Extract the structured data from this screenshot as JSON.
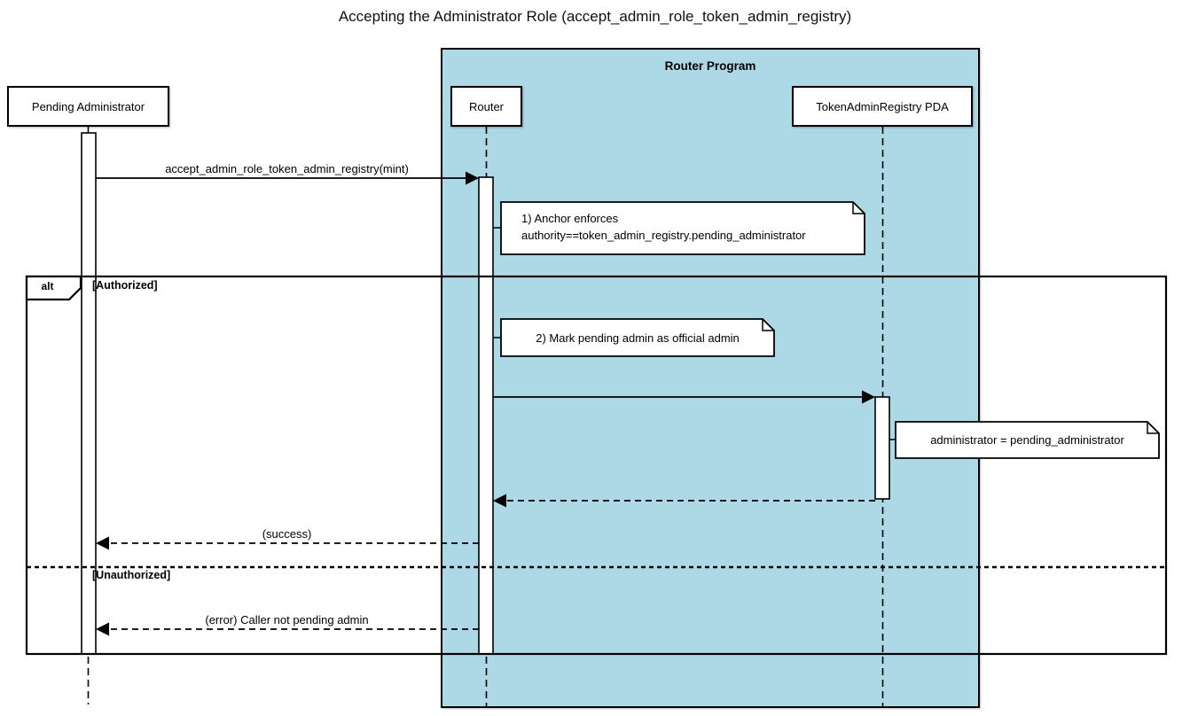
{
  "title": "Accepting the Administrator Role (accept_admin_role_token_admin_registry)",
  "program_frame": {
    "label": "Router Program",
    "fill": "#ADD8E6"
  },
  "participants": [
    {
      "label": "Pending Administrator"
    },
    {
      "label": "Router"
    },
    {
      "label": "TokenAdminRegistry PDA"
    }
  ],
  "messages": {
    "call": "accept_admin_role_token_admin_registry(mint)",
    "success": "(success)",
    "error": "(error) Caller not pending admin"
  },
  "notes": {
    "anchor_enforces": "1) Anchor enforces\nauthority==token_admin_registry.pending_administrator",
    "mark_admin": "2) Mark pending admin as official admin",
    "assign_admin": "administrator = pending_administrator"
  },
  "alt_frame": {
    "operator": "alt",
    "guard_authorized": "[Authorized]",
    "guard_unauthorized": "[Unauthorized]"
  },
  "colors": {
    "line": "#000000",
    "background": "#FFFFFF",
    "program_fill": "#ADD8E6"
  }
}
